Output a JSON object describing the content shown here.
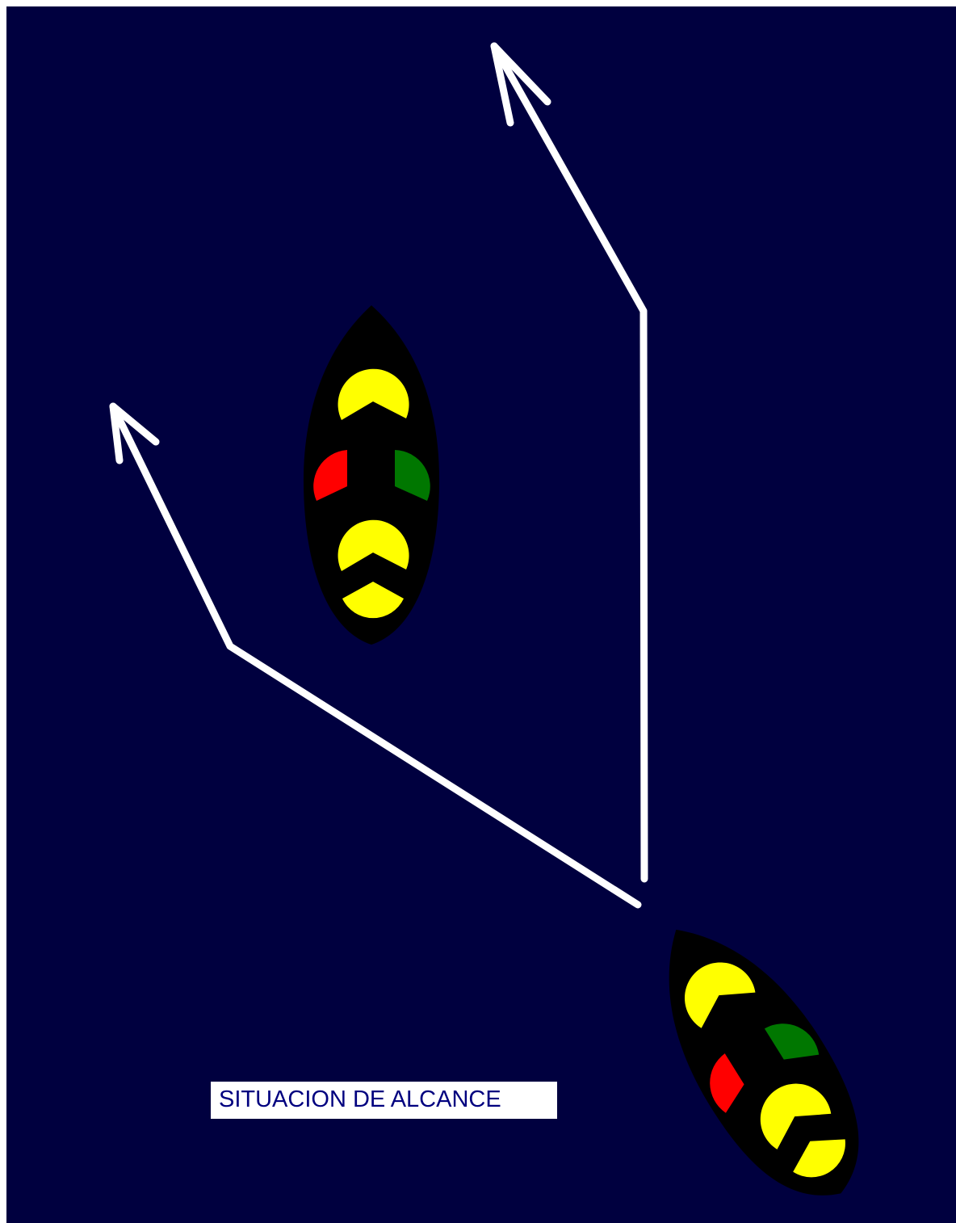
{
  "caption": "SITUACION DE ALCANCE",
  "colors": {
    "sea": "#00003f",
    "hull": "#000000",
    "arrow": "#ffffff",
    "masthead_light": "#ffff00",
    "port_light": "#ff0000",
    "starboard_light": "#007700",
    "caption_text": "#00007f",
    "caption_background": "#ffffff"
  },
  "vessels": [
    {
      "role": "overtaken-vessel",
      "lights": [
        "masthead-light",
        "masthead-light",
        "port-light",
        "starboard-light",
        "stern-light"
      ]
    },
    {
      "role": "overtaking-vessel",
      "lights": [
        "masthead-light",
        "masthead-light",
        "port-light",
        "starboard-light",
        "stern-light"
      ]
    }
  ],
  "arrows": [
    "course-arrow-to-port",
    "course-arrow-ahead"
  ]
}
